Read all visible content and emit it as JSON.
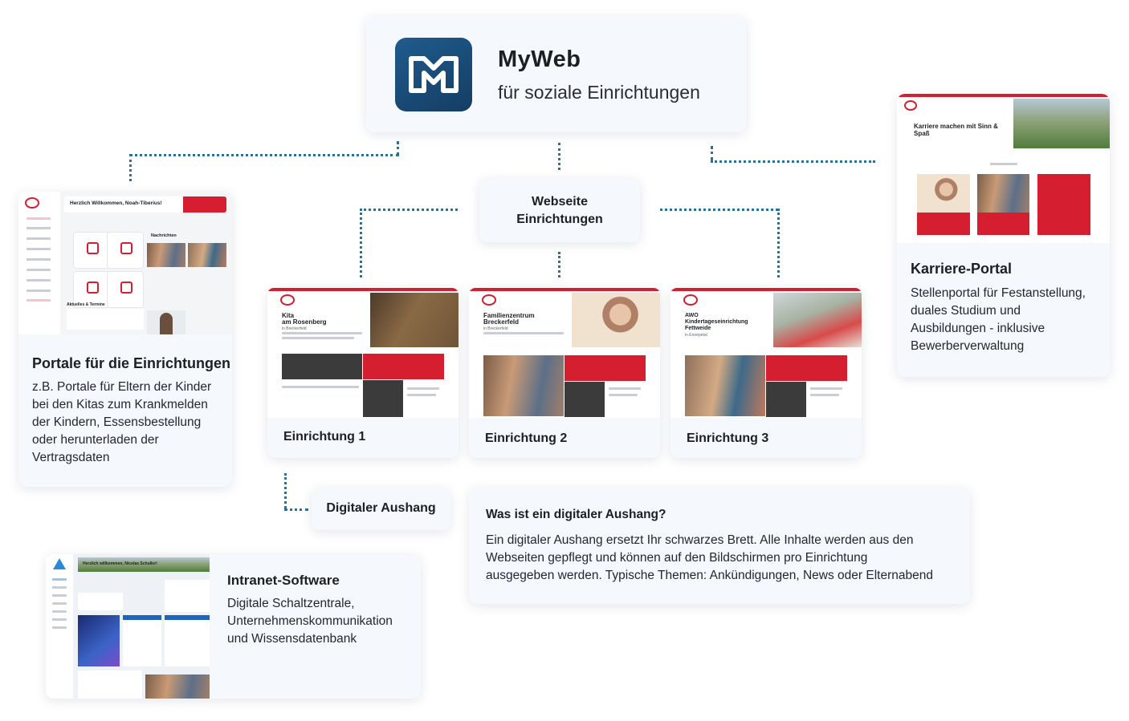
{
  "brand": {
    "name": "MyWeb",
    "tagline": "für soziale Einrichtungen",
    "logo_color": "#1a4a78"
  },
  "webseite": {
    "line1": "Webseite",
    "line2": "Einrichtungen"
  },
  "einrichtungen": [
    {
      "label": "Einrichtung 1",
      "site_title_1": "Kita",
      "site_title_2": "am Rosenberg",
      "site_sub": "in Breckerfeld"
    },
    {
      "label": "Einrichtung 2",
      "site_title_1": "Familienzentrum",
      "site_title_2": "Breckerfeld",
      "site_sub": "in Breckerfeld"
    },
    {
      "label": "Einrichtung 3",
      "site_title_1": "AWO",
      "site_title_2": "Kindertageseinrichtung",
      "site_title_3": "Fettweide",
      "site_sub": "in Ennepetal"
    }
  ],
  "portale": {
    "title": "Portale für die Einrichtungen",
    "lines": [
      "z.B. Portale für Eltern der Kinder",
      "bei den Kitas zum Krankmelden",
      "der Kindern, Essensbestellung",
      "oder herunterladen der",
      "Vertragsdaten"
    ],
    "greeting": "Herzlich Willkommen, Noah-Tiberius!",
    "news_heading": "Nachrichten",
    "events_heading": "Aktuelles & Termine"
  },
  "karriere": {
    "title": "Karriere-Portal",
    "lines": [
      "Stellenportal für Festanstellung,",
      "duales Studium und",
      "Ausbildungen - inklusive",
      "Bewerberverwaltung"
    ],
    "hero": "Karriere machen mit Sinn & Spaß"
  },
  "aushang": {
    "tag": "Digitaler Aushang",
    "question": "Was ist ein digitaler Aushang?",
    "lines": [
      "Ein digitaler Aushang ersetzt Ihr schwarzes Brett. Alle Inhalte werden aus den",
      "Webseiten gepflegt und können auf den Bildschirmen pro Einrichtung",
      "ausgegeben werden. Typische Themen: Ankündigungen, News oder Elternabend"
    ]
  },
  "intranet": {
    "title": "Intranet-Software",
    "lines": [
      "Digitale Schaltzentrale,",
      "Unternehmenskommunikation",
      "und Wissensdatenbank"
    ],
    "greeting": "Herzlich willkommen, Nicolas Schuller!"
  },
  "colors": {
    "accent_red": "#d51f30",
    "connector": "#2e6f96",
    "card_bg": "#f5f8fc",
    "intranet_blue": "#1f64b8"
  }
}
